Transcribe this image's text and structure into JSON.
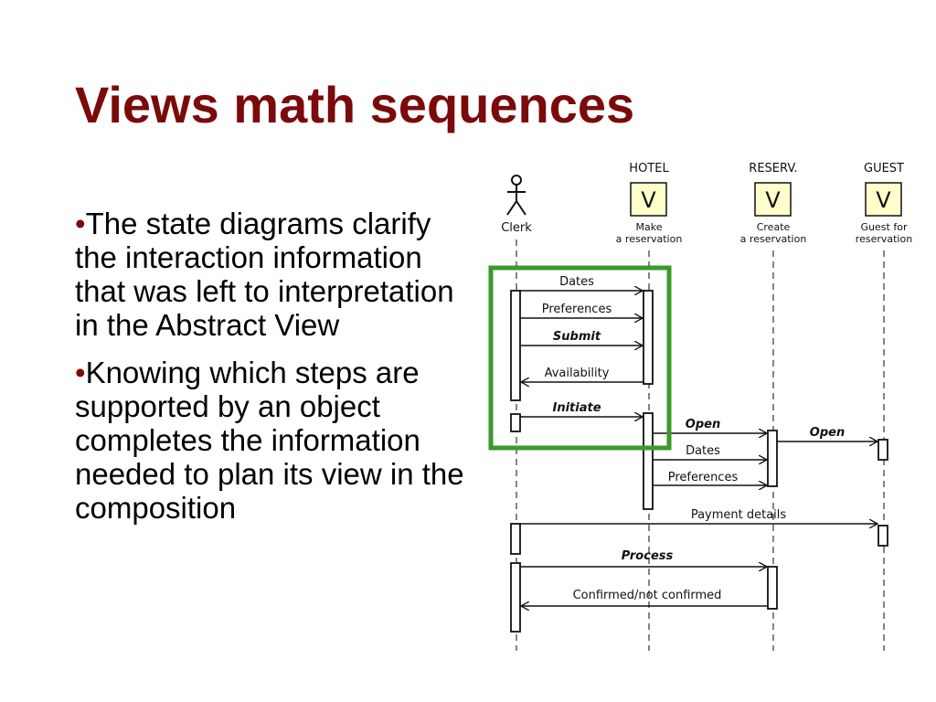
{
  "slide": {
    "title": "Views math sequences",
    "bullets": [
      "The state diagrams clarify the interaction information that was left to interpretation in the Abstract View",
      "Knowing which steps are supported by an object completes the information needed to plan its view in the composition"
    ],
    "bullet_color": "#7b0a0a",
    "title_color": "#7b0a0a"
  },
  "diagram": {
    "actor": {
      "label": "Clerk"
    },
    "objects": [
      {
        "header": "HOTEL",
        "glyph": "V",
        "caption": [
          "Make",
          "a reservation"
        ]
      },
      {
        "header": "RESERV.",
        "glyph": "V",
        "caption": [
          "Create",
          "a reservation"
        ]
      },
      {
        "header": "GUEST",
        "glyph": "V",
        "caption": [
          "Guest for",
          "reservation"
        ]
      }
    ],
    "messages": [
      "Dates",
      "Preferences",
      "Submit",
      "Availability",
      "Initiate",
      "Open",
      "Dates",
      "Preferences",
      "Open",
      "Payment details",
      "Process",
      "Confirmed/not confirmed"
    ],
    "box_fill": "#ffffcc",
    "highlight_color": "#3a9a2a"
  }
}
